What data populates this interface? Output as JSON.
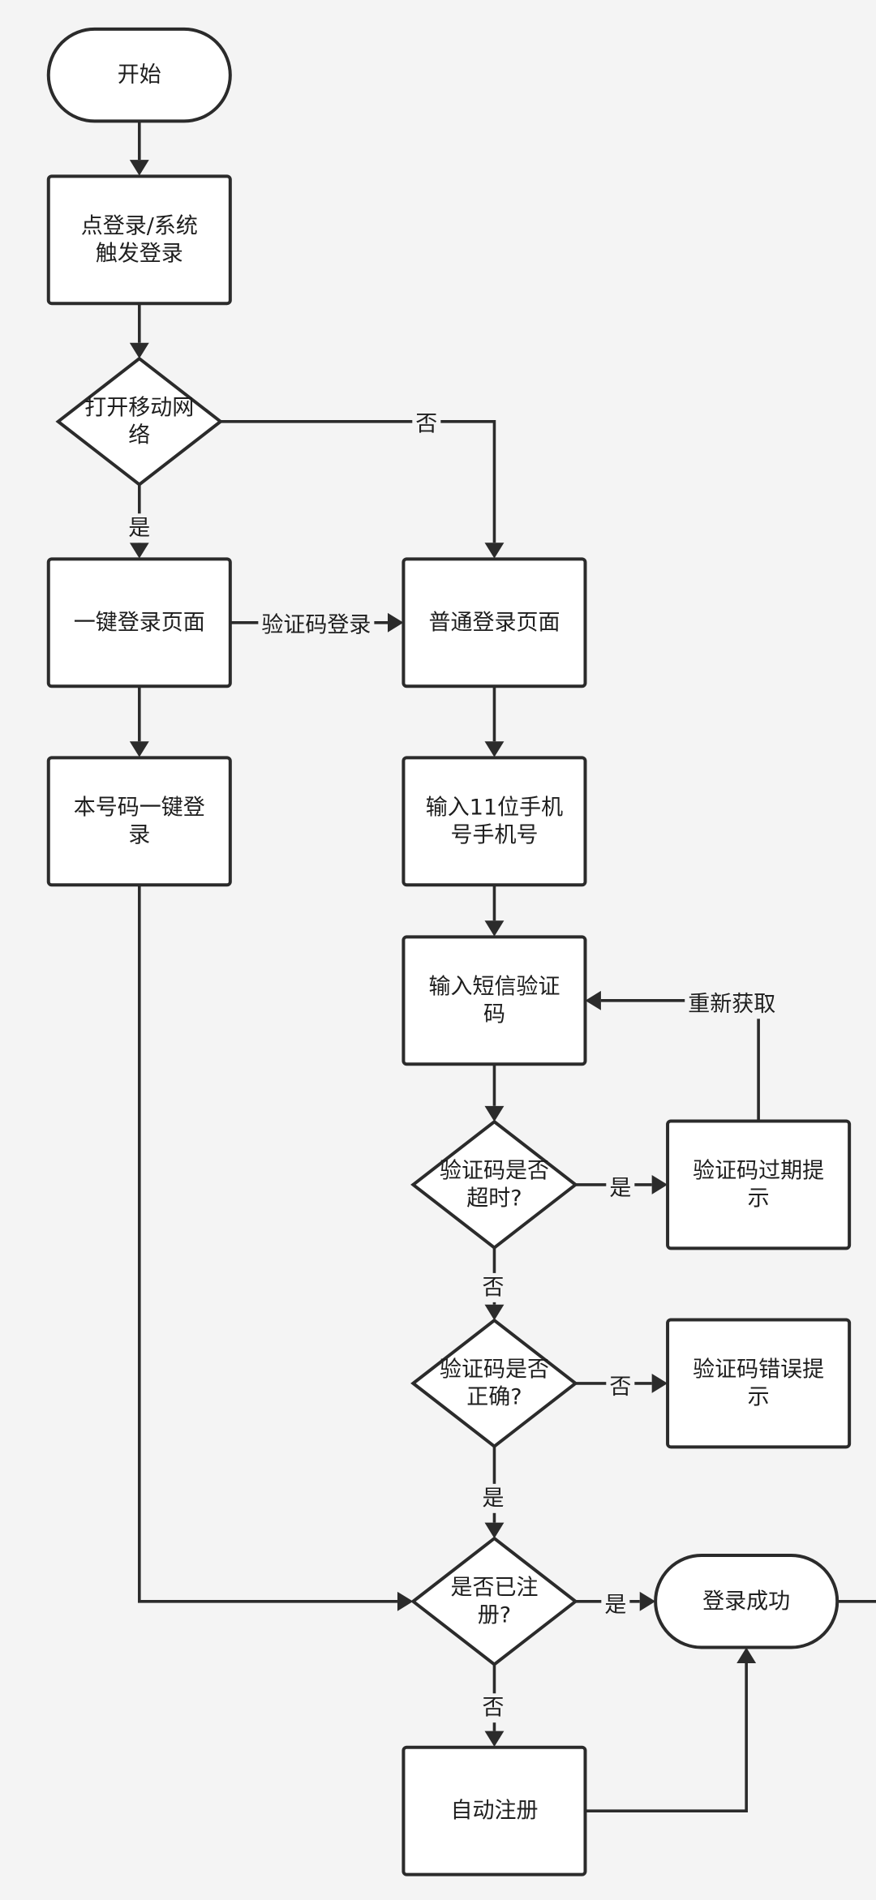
{
  "nodes": {
    "start": {
      "text": [
        "开始"
      ]
    },
    "click_login": {
      "text": [
        "点登录/系统",
        "触发登录"
      ]
    },
    "mobile_net": {
      "text": [
        "打开移动网",
        "络"
      ]
    },
    "one_click_page": {
      "text": [
        "一键登录页面"
      ]
    },
    "normal_page": {
      "text": [
        "普通登录页面"
      ]
    },
    "one_click_login": {
      "text": [
        "本号码一键登",
        "录"
      ]
    },
    "input_phone": {
      "text": [
        "输入11位手机",
        "号手机号"
      ]
    },
    "input_sms": {
      "text": [
        "输入短信验证",
        "码"
      ]
    },
    "code_timeout": {
      "text": [
        "验证码是否",
        "超时?"
      ]
    },
    "expired_tip": {
      "text": [
        "验证码过期提",
        "示"
      ]
    },
    "code_correct": {
      "text": [
        "验证码是否",
        "正确?"
      ]
    },
    "error_tip": {
      "text": [
        "验证码错误提",
        "示"
      ]
    },
    "registered": {
      "text": [
        "是否已注",
        "册?"
      ]
    },
    "login_success": {
      "text": [
        "登录成功"
      ]
    },
    "auto_register": {
      "text": [
        "自动注册"
      ]
    }
  },
  "edge_labels": {
    "net_no": "否",
    "net_yes": "是",
    "sms_code_login": "验证码登录",
    "reacquire": "重新获取",
    "timeout_yes": "是",
    "timeout_no": "否",
    "correct_no": "否",
    "correct_yes": "是",
    "registered_yes": "是",
    "registered_no": "否"
  }
}
